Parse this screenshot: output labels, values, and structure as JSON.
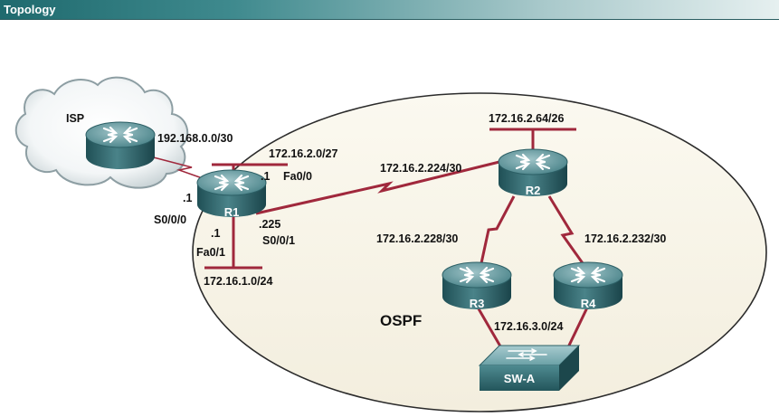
{
  "header": {
    "title": "Topology"
  },
  "diagram": {
    "routers": {
      "isp": "ISP",
      "r1": "R1",
      "r2": "R2",
      "r3": "R3",
      "r4": "R4"
    },
    "switch": "SW-A",
    "area_label": "OSPF",
    "networks": {
      "isp_r1": "192.168.0.0/30",
      "r1_lan0": "172.16.2.0/27",
      "r1_lan1": "172.16.1.0/24",
      "r1_r2": "172.16.2.224/30",
      "r2_lan": "172.16.2.64/26",
      "r2_r3": "172.16.2.228/30",
      "r2_r4": "172.16.2.232/30",
      "r3_r4_lan": "172.16.3.0/24"
    },
    "interfaces": {
      "r1_fa00_host": ".1",
      "r1_fa00": "Fa0/0",
      "r1_s000_host": ".1",
      "r1_s000": "S0/0/0",
      "r1_fa01_host": ".1",
      "r1_fa01": "Fa0/1",
      "r1_s001_host": ".225",
      "r1_s001": "S0/0/1"
    }
  }
}
